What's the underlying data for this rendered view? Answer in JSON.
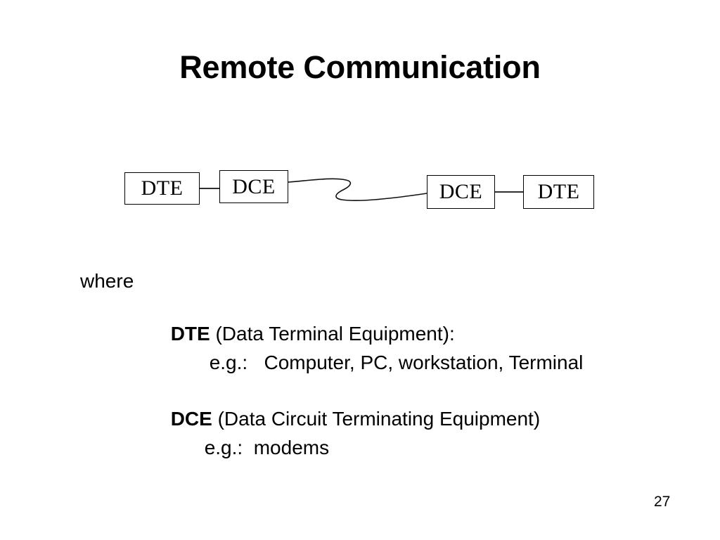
{
  "slide": {
    "title": "Remote Communication",
    "page_number": "27",
    "background_color": "#ffffff",
    "text_color": "#000000"
  },
  "diagram": {
    "line_color": "#111111",
    "nodes": [
      {
        "id": "dte-left",
        "label": "DTE"
      },
      {
        "id": "dce-left",
        "label": "DCE"
      },
      {
        "id": "dce-right",
        "label": "DCE"
      },
      {
        "id": "dte-right",
        "label": "DTE"
      }
    ],
    "connections": [
      {
        "from": "dte-left",
        "to": "dce-left",
        "style": "straight"
      },
      {
        "from": "dce-left",
        "to": "dce-right",
        "style": "wavy"
      },
      {
        "from": "dce-right",
        "to": "dte-right",
        "style": "straight"
      }
    ]
  },
  "body": {
    "where_label": "where",
    "dte": {
      "term": "DTE",
      "definition": " (Data Terminal Equipment):",
      "example_label": "e.g.:",
      "example_value": "   Computer, PC, workstation, Terminal"
    },
    "dce": {
      "term": "DCE",
      "definition": " (Data Circuit Terminating Equipment)",
      "example_label": "e.g.:",
      "example_value": "  modems"
    }
  }
}
